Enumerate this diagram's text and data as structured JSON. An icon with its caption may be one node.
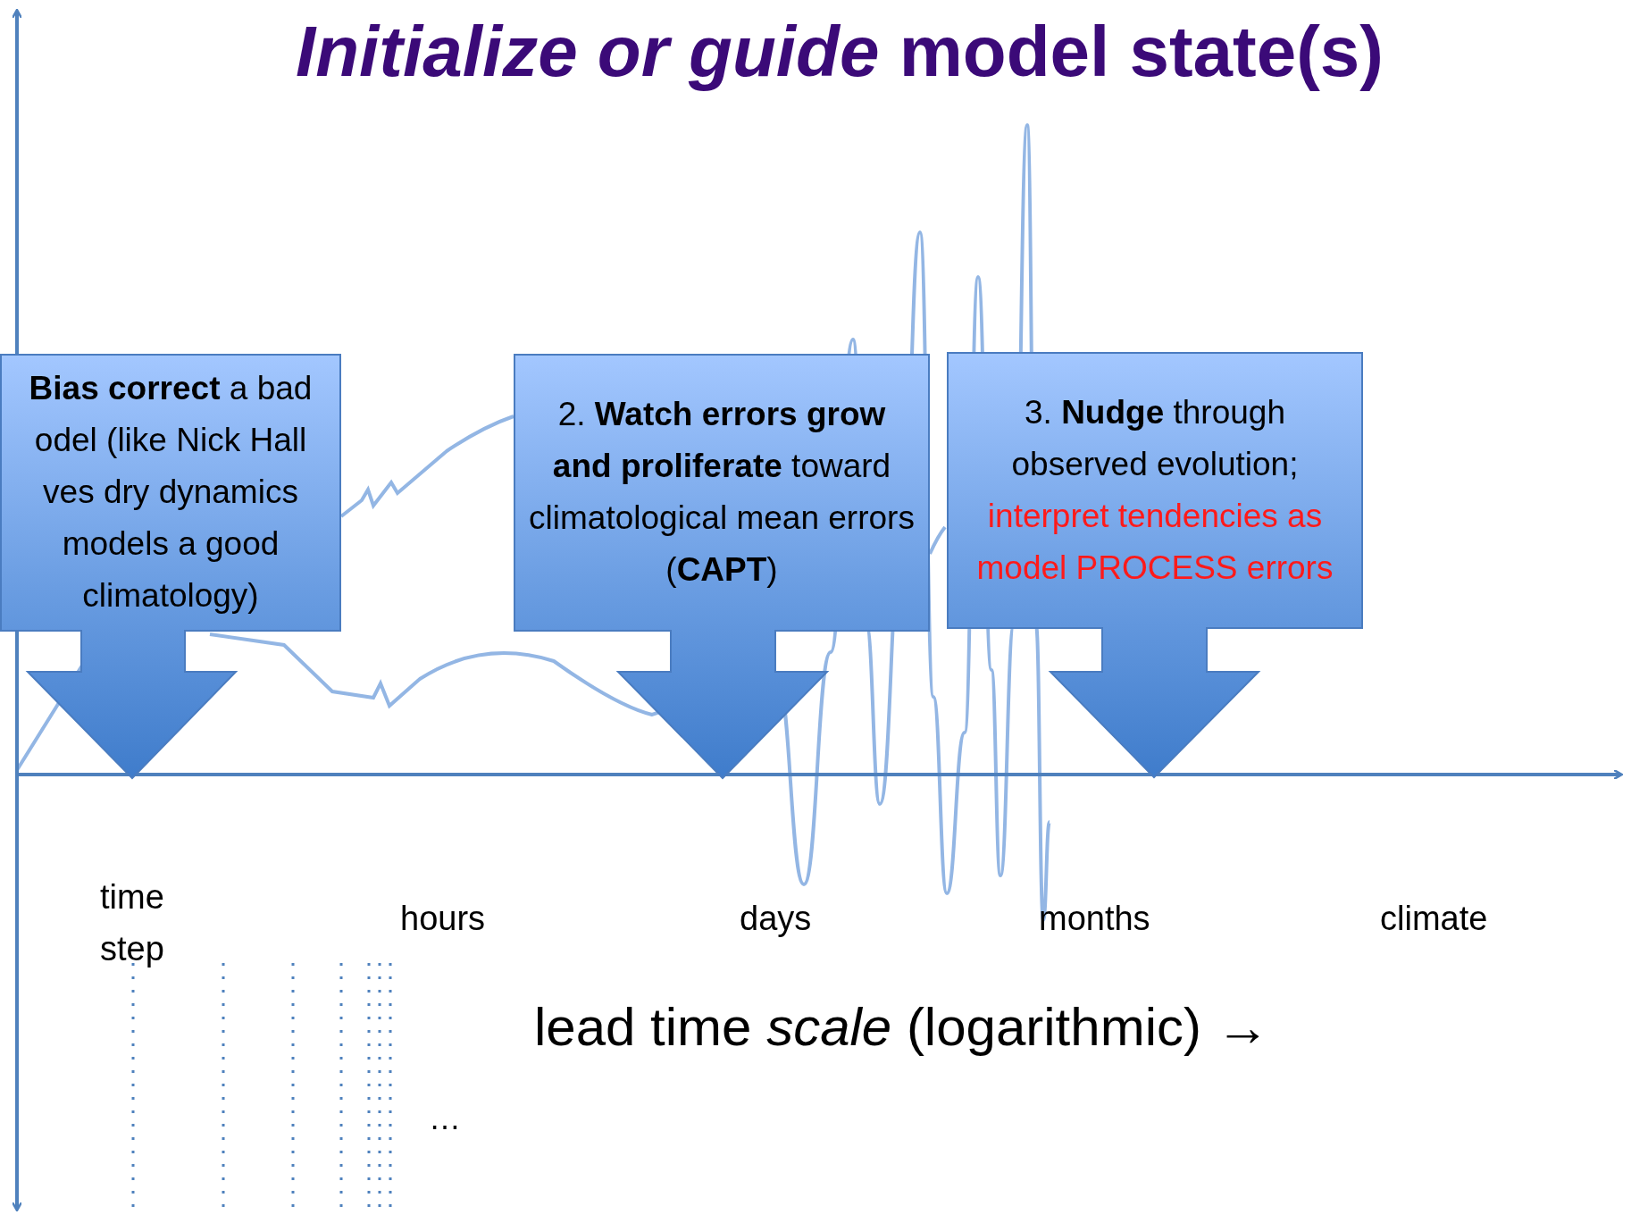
{
  "diagram": {
    "title": "*Initialize or guide* model state(s)",
    "nodes": [
      {
        "text": [
          "**Bias correct** a bad odel (like Nick Hall ves dry dynamics models a good climatology)"
        ]
      },
      {
        "text": [
          "2. **Watch errors grow and proliferate** toward climatological mean errors (**CAPT**)"
        ]
      },
      {
        "text": [
          "3. **Nudge** through observed evolution;",
          "interpret tendencies as model PROCESS errors"
        ]
      }
    ],
    "labels": [
      "time step",
      "hours",
      "days",
      "months",
      "climate",
      "lead time *scale* (logarithmic) →",
      "…"
    ]
  }
}
